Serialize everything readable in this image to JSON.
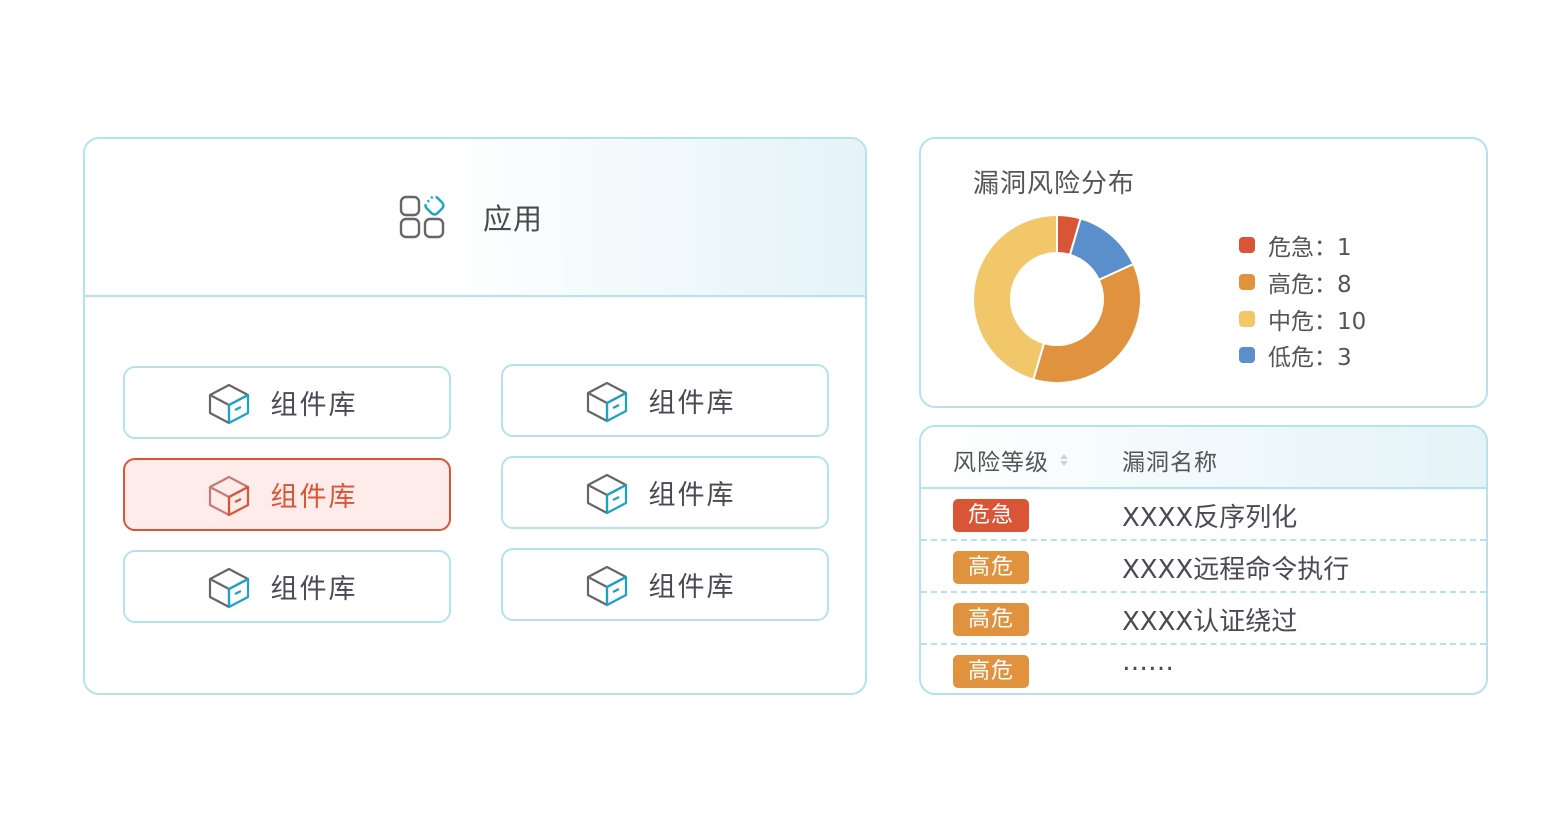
{
  "app_panel": {
    "title": "应用",
    "icon": "apps-grid-icon",
    "components": [
      {
        "label": "组件库",
        "icon": "package-box-icon",
        "active": false
      },
      {
        "label": "组件库",
        "icon": "package-box-icon",
        "active": false
      },
      {
        "label": "组件库",
        "icon": "package-box-icon",
        "active": true
      },
      {
        "label": "组件库",
        "icon": "package-box-icon",
        "active": false
      },
      {
        "label": "组件库",
        "icon": "package-box-icon",
        "active": false
      },
      {
        "label": "组件库",
        "icon": "package-box-icon",
        "active": false
      }
    ]
  },
  "chart_panel": {
    "title": "漏洞风险分布",
    "legend": [
      {
        "label": "危急：1",
        "color": "#d95535"
      },
      {
        "label": "高危：8",
        "color": "#e0923f"
      },
      {
        "label": "中危：10",
        "color": "#f1c76a"
      },
      {
        "label": "低危：3",
        "color": "#5b8fcb"
      }
    ]
  },
  "chart_data": {
    "type": "pie",
    "title": "漏洞风险分布",
    "categories": [
      "危急",
      "高危",
      "中危",
      "低危"
    ],
    "values": [
      1,
      8,
      10,
      3
    ],
    "colors": [
      "#d95535",
      "#e0923f",
      "#f1c76a",
      "#5b8fcb"
    ],
    "donut": true,
    "legend_position": "right"
  },
  "table_panel": {
    "columns": [
      "风险等级",
      "漏洞名称"
    ],
    "sort_icon": "sort-caret-icon",
    "rows": [
      {
        "level": "危急",
        "level_color": "#d95535",
        "name": "XXXX反序列化"
      },
      {
        "level": "高危",
        "level_color": "#e0923f",
        "name": "XXXX远程命令执行"
      },
      {
        "level": "高危",
        "level_color": "#e0923f",
        "name": "XXXX认证绕过"
      },
      {
        "level": "高危",
        "level_color": "#e0923f",
        "name": "……"
      }
    ]
  }
}
